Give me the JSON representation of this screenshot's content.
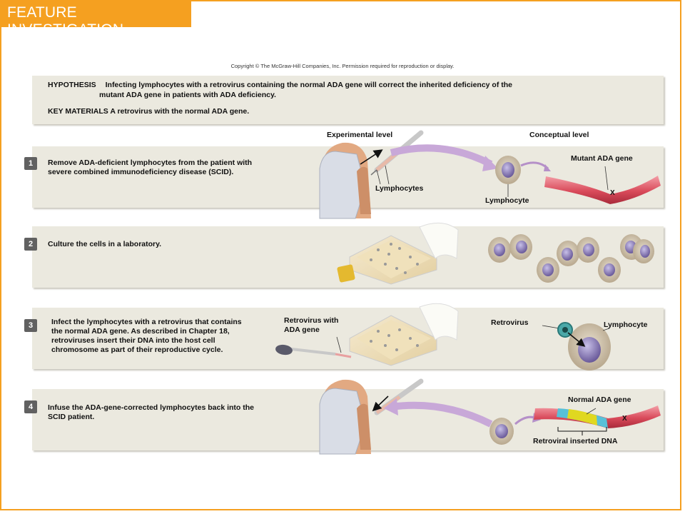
{
  "header": {
    "title": "FEATURE INVESTIGATION"
  },
  "copyright": "Copyright © The McGraw-Hill Companies, Inc. Permission required for reproduction or display.",
  "hypothesis": {
    "label": "HYPOTHESIS",
    "line1": "Infecting lymphocytes with a retrovirus containing the normal ADA gene will correct the inherited deficiency of the",
    "line2": "mutant ADA gene in patients with ADA deficiency."
  },
  "key_materials": {
    "label": "KEY MATERIALS",
    "text": "A retrovirus with the normal ADA gene."
  },
  "columns": {
    "experimental": "Experimental level",
    "conceptual": "Conceptual level"
  },
  "steps": [
    {
      "number": "1",
      "text": "Remove ADA-deficient lymphocytes from the patient with severe combined immunodeficiency disease (SCID).",
      "labels": {
        "lymphocytes": "Lymphocytes",
        "lymphocyte": "Lymphocyte",
        "mutant_gene": "Mutant ADA gene",
        "x_mark": "X"
      }
    },
    {
      "number": "2",
      "text": "Culture the cells in a laboratory."
    },
    {
      "number": "3",
      "text": "Infect the lymphocytes with a retrovirus that contains the normal ADA gene. As described in Chapter 18, retroviruses insert their DNA into the host cell chromosome as part of their reproductive cycle.",
      "labels": {
        "retrovirus_with": "Retrovirus with ADA gene",
        "retrovirus": "Retrovirus",
        "lymphocyte": "Lymphocyte"
      }
    },
    {
      "number": "4",
      "text": "Infuse the ADA-gene-corrected lymphocytes back into the SCID patient.",
      "labels": {
        "normal_gene": "Normal ADA gene",
        "inserted_dna": "Retroviral inserted DNA",
        "x_mark": "X"
      }
    }
  ],
  "colors": {
    "accent": "#f5a020",
    "panel": "#ebe9df",
    "chromosome": "#d94a5a",
    "inserted_dna": "#e0d820",
    "arrow": "#b590c8"
  }
}
